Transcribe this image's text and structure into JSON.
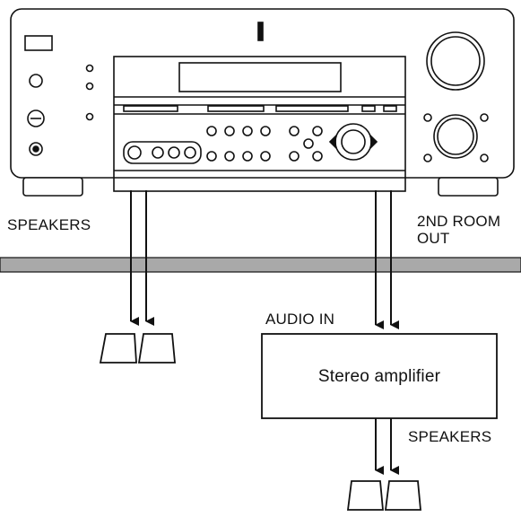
{
  "labels": {
    "speakers_left": "SPEAKERS",
    "second_room_line1": "2ND ROOM",
    "second_room_line2": "OUT",
    "audio_in": "AUDIO IN",
    "amplifier": "Stereo amplifier",
    "speakers_right": "SPEAKERS"
  },
  "colors": {
    "line": "#111111",
    "wall_band": "#a9a9a9",
    "background": "#ffffff"
  }
}
